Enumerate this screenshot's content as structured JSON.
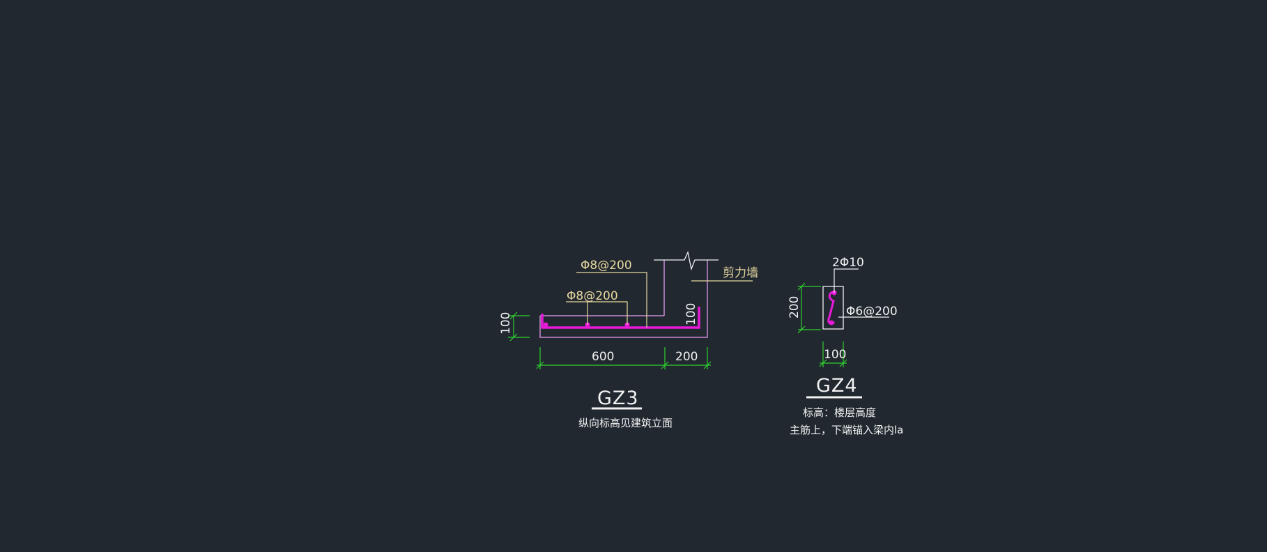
{
  "gz3": {
    "rebar_label_top": "Φ8@200",
    "rebar_label_mid": "Φ8@200",
    "wall_label": "剪力墙",
    "dim_height_left": "100",
    "dim_height_right": "100",
    "dim_length_1": "600",
    "dim_length_2": "200",
    "title": "GZ3",
    "note": "纵向标高见建筑立面"
  },
  "gz4": {
    "main_bar_label": "2Φ10",
    "stirrup_label": "Φ6@200",
    "dim_height": "200",
    "dim_width": "100",
    "title": "GZ4",
    "note_line1": "标高：楼层高度",
    "note_line2": "主筋上，下端锚入梁内la"
  },
  "colors": {
    "background": "#212830",
    "outline": "#c98bd6",
    "rebar": "#e81ad8",
    "dimension": "#2fd12f",
    "leader": "#e8d9a0",
    "white": "#f2f2f2"
  }
}
